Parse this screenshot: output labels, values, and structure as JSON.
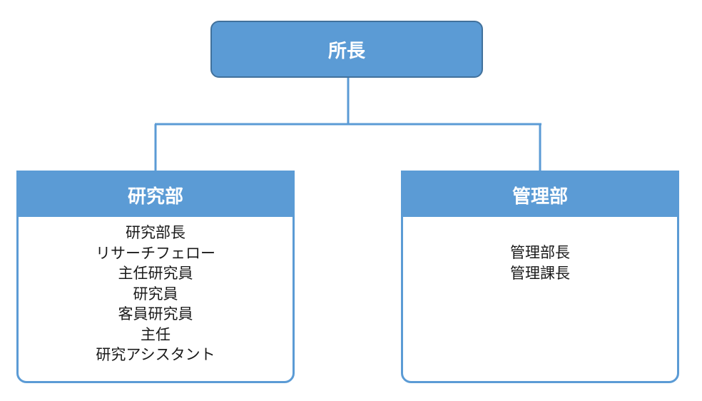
{
  "org_chart": {
    "root": {
      "label": "所長"
    },
    "departments": [
      {
        "title": "研究部",
        "roles": [
          "研究部長",
          "リサーチフェロー",
          "主任研究員",
          "研究員",
          "客員研究員",
          "主任",
          "研究アシスタント"
        ]
      },
      {
        "title": "管理部",
        "roles": [
          "管理部長",
          "管理課長"
        ]
      }
    ]
  },
  "colors": {
    "node_fill": "#5b9bd5",
    "node_border": "#41719c",
    "connector": "#5b9bd5"
  }
}
